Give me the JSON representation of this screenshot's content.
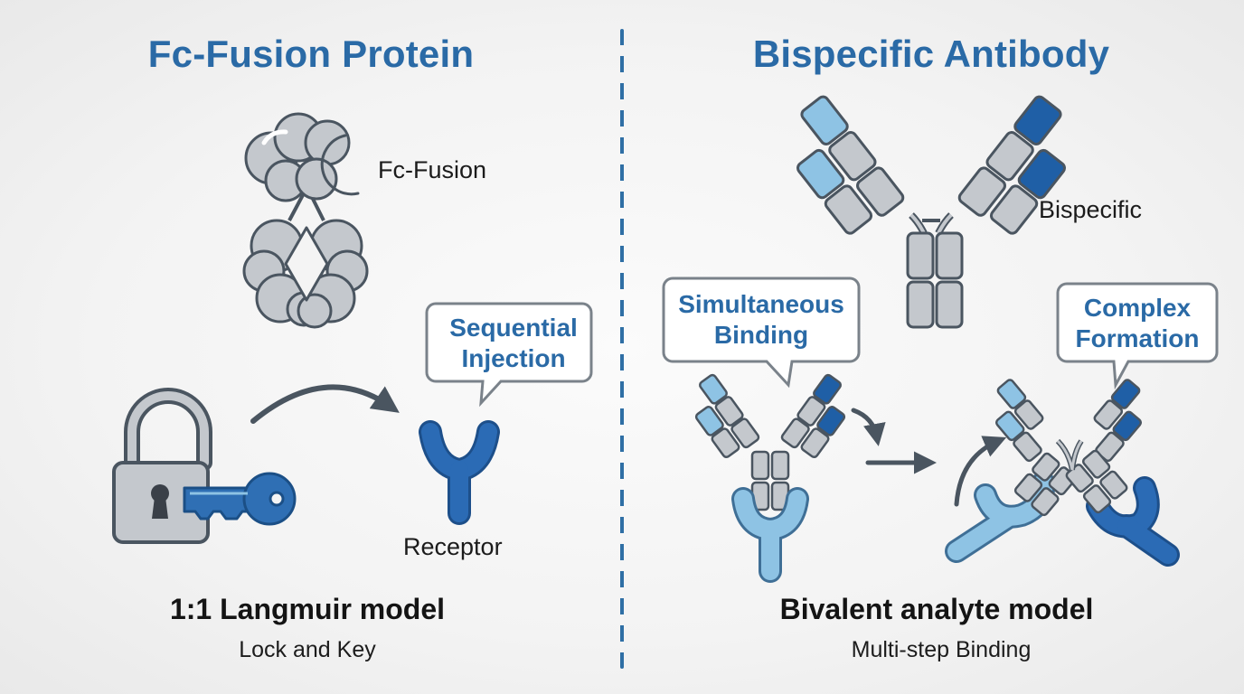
{
  "left": {
    "title": "Fc-Fusion Protein",
    "molecule_label": "Fc-Fusion",
    "callout": [
      "Sequential",
      "Injection"
    ],
    "receptor_label": "Receptor",
    "model": "1:1 Langmuir model",
    "model_sub": "Lock and Key"
  },
  "right": {
    "title": "Bispecific Antibody",
    "molecule_label": "Bispecific",
    "callout_1": [
      "Simultaneous",
      "Binding"
    ],
    "callout_2": [
      "Complex",
      "Formation"
    ],
    "model": "Bivalent analyte model",
    "model_sub": "Multi-step Binding"
  },
  "colors": {
    "title_blue": "#2a6aa6",
    "dark_blue": "#1f5fa6",
    "light_blue": "#8ec3e4",
    "grey": "#c4c8cd",
    "outline": "#4a5560"
  }
}
